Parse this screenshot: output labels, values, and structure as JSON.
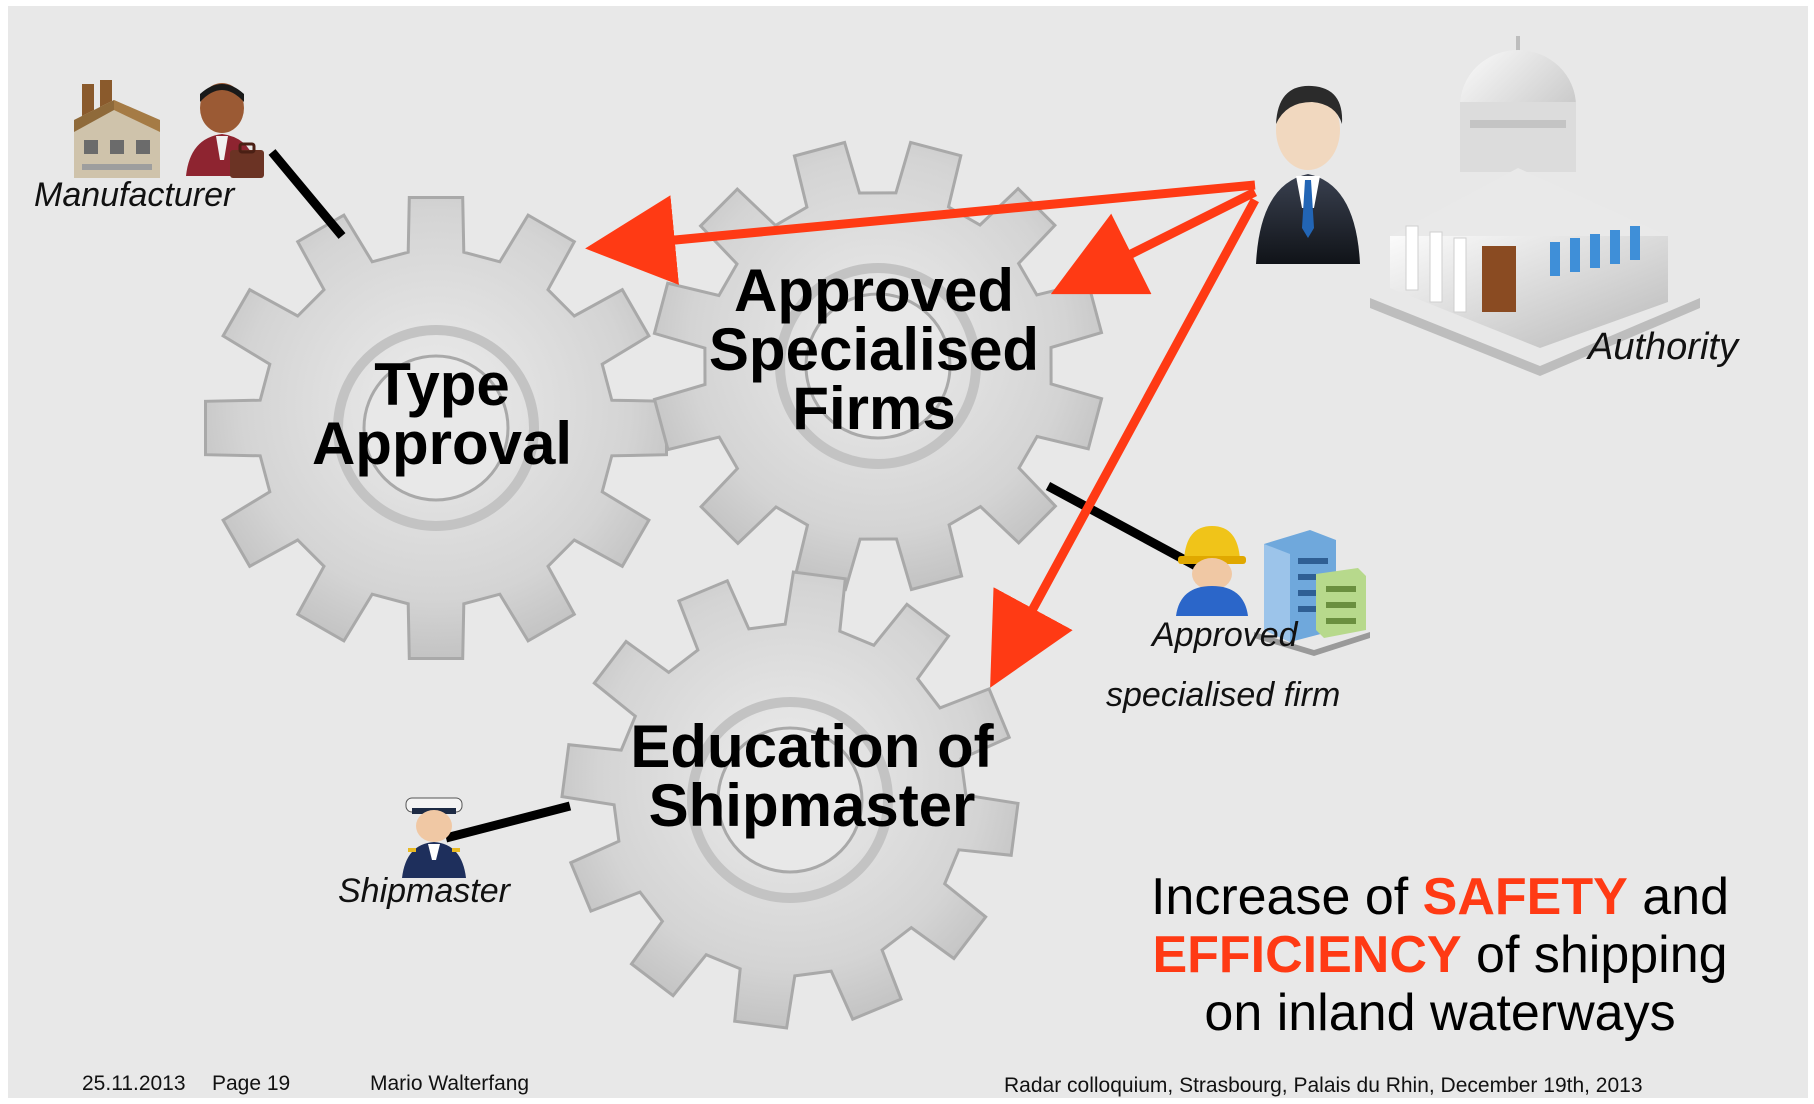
{
  "gears": {
    "type_approval": "Type\nApproval",
    "approved_firms": "Approved\nSpecialised\nFirms",
    "education": "Education of\nShipmaster"
  },
  "roles": {
    "manufacturer": "Manufacturer",
    "authority": "Authority",
    "firm_line1": "Approved",
    "firm_line2": "specialised firm",
    "shipmaster": "Shipmaster"
  },
  "message": {
    "part1": "Increase of ",
    "safety": "SAFETY",
    "part2": " and",
    "efficiency": "EFFICIENCY",
    "part3": " of shipping",
    "line3": "on inland waterways"
  },
  "footer": {
    "date": "25.11.2013",
    "page": "Page 19",
    "author": "Mario Walterfang",
    "event": "Radar colloquium, Strasbourg, Palais du Rhin, December 19th, 2013"
  },
  "colors": {
    "arrow": "#ff3a14",
    "gear": "#d2d2d2",
    "connector": "#000000"
  },
  "icons": [
    "factory-icon",
    "businessman-icon",
    "official-icon",
    "capitol-building-icon",
    "worker-icon",
    "office-buildings-icon",
    "ship-captain-icon"
  ]
}
